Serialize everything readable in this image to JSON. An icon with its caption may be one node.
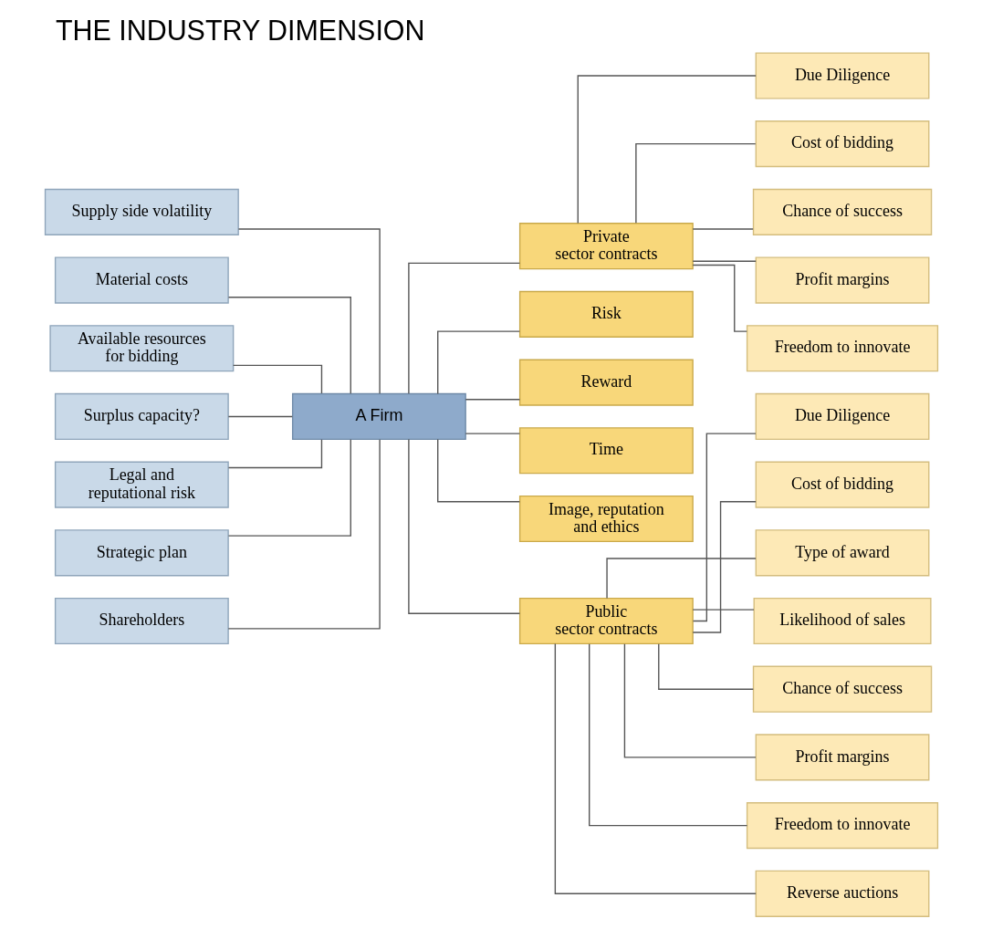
{
  "diagram": {
    "title": "THE INDUSTRY DIMENSION",
    "nodes": [
      {
        "text": [
          "Supply side volatility"
        ]
      },
      {
        "text": [
          "Material costs"
        ]
      },
      {
        "text": [
          "Available resources for bidding"
        ]
      },
      {
        "text": [
          "Surplus capacity?"
        ]
      },
      {
        "text": [
          "Legal and reputational risk"
        ]
      },
      {
        "text": [
          "Strategic plan"
        ]
      },
      {
        "text": [
          "Shareholders"
        ]
      },
      {
        "text": [
          "A Firm"
        ]
      },
      {
        "text": [
          "Private sector contracts"
        ]
      },
      {
        "text": [
          "Risk"
        ]
      },
      {
        "text": [
          "Reward"
        ]
      },
      {
        "text": [
          "Time"
        ]
      },
      {
        "text": [
          "Image, reputation and ethics"
        ]
      },
      {
        "text": [
          "Public sector contracts"
        ]
      },
      {
        "text": [
          "Due Diligence"
        ]
      },
      {
        "text": [
          "Cost of bidding"
        ]
      },
      {
        "text": [
          "Chance of success"
        ]
      },
      {
        "text": [
          "Profit margins"
        ]
      },
      {
        "text": [
          "Freedom to innovate"
        ]
      },
      {
        "text": [
          "Due Diligence"
        ]
      },
      {
        "text": [
          "Cost of bidding"
        ]
      },
      {
        "text": [
          "Type of award"
        ]
      },
      {
        "text": [
          "Likelihood of sales"
        ]
      },
      {
        "text": [
          "Chance of success"
        ]
      },
      {
        "text": [
          "Profit margins"
        ]
      },
      {
        "text": [
          "Freedom to innovate"
        ]
      },
      {
        "text": [
          "Reverse auctions"
        ]
      }
    ],
    "edges": [
      {
        "from": 0,
        "to": 7,
        "arrow": "none"
      },
      {
        "from": 1,
        "to": 7,
        "arrow": "none"
      },
      {
        "from": 2,
        "to": 7,
        "arrow": "none"
      },
      {
        "from": 3,
        "to": 7,
        "arrow": "none"
      },
      {
        "from": 4,
        "to": 7,
        "arrow": "none"
      },
      {
        "from": 5,
        "to": 7,
        "arrow": "none"
      },
      {
        "from": 6,
        "to": 7,
        "arrow": "none"
      },
      {
        "from": 7,
        "to": 8,
        "arrow": "none"
      },
      {
        "from": 7,
        "to": 9,
        "arrow": "none"
      },
      {
        "from": 7,
        "to": 10,
        "arrow": "none"
      },
      {
        "from": 7,
        "to": 11,
        "arrow": "none"
      },
      {
        "from": 7,
        "to": 12,
        "arrow": "none"
      },
      {
        "from": 7,
        "to": 13,
        "arrow": "none"
      },
      {
        "from": 8,
        "to": 14,
        "arrow": "none"
      },
      {
        "from": 8,
        "to": 15,
        "arrow": "none"
      },
      {
        "from": 8,
        "to": 16,
        "arrow": "none"
      },
      {
        "from": 8,
        "to": 17,
        "arrow": "none"
      },
      {
        "from": 8,
        "to": 18,
        "arrow": "none"
      },
      {
        "from": 13,
        "to": 19,
        "arrow": "none"
      },
      {
        "from": 13,
        "to": 20,
        "arrow": "none"
      },
      {
        "from": 13,
        "to": 21,
        "arrow": "none"
      },
      {
        "from": 13,
        "to": 22,
        "arrow": "none"
      },
      {
        "from": 13,
        "to": 23,
        "arrow": "none"
      },
      {
        "from": 13,
        "to": 24,
        "arrow": "none"
      },
      {
        "from": 13,
        "to": 25,
        "arrow": "none"
      },
      {
        "from": 13,
        "to": 26,
        "arrow": "none"
      }
    ]
  }
}
